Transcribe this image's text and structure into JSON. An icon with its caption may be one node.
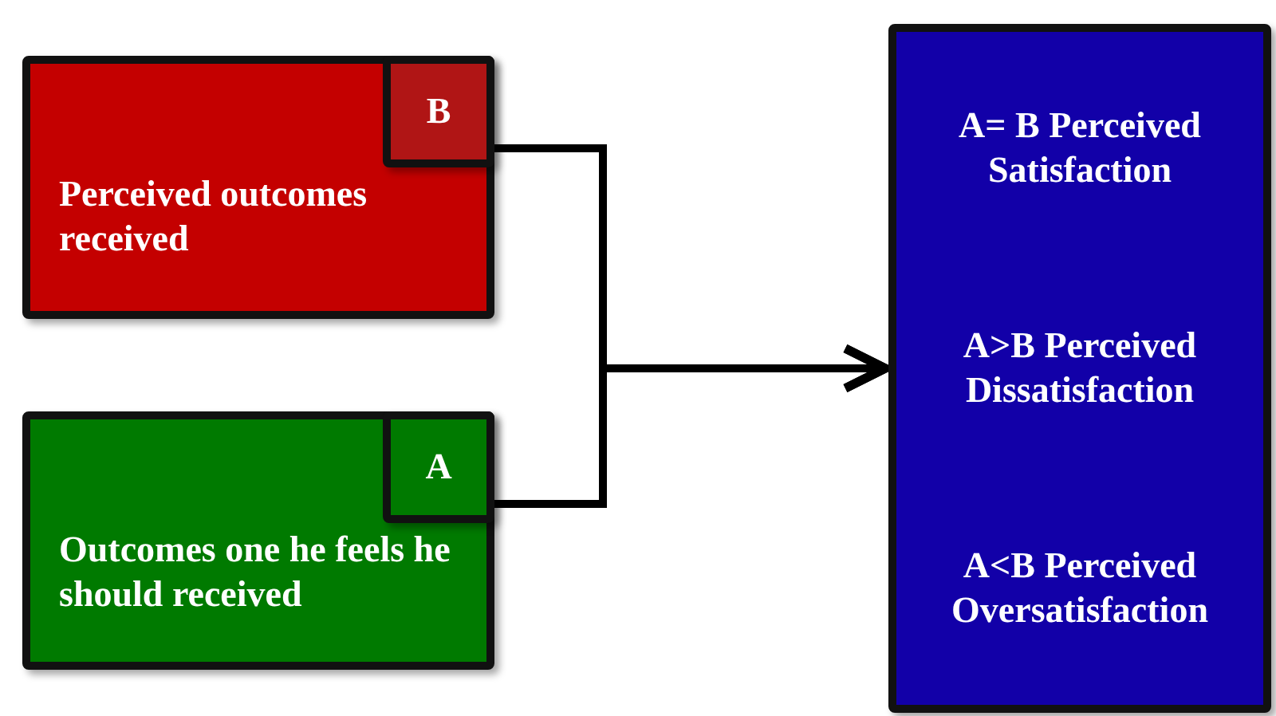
{
  "diagram": {
    "nodes": [
      {
        "text": [
          "Perceived outcomes received"
        ]
      },
      {
        "text": [
          "B"
        ],
        "in": 0
      },
      {
        "text": [
          "Outcomes one he feels he should received"
        ]
      },
      {
        "text": [
          "A"
        ],
        "in": 2
      },
      {
        "text": [
          "A= B Perceived Satisfaction",
          "A>B Perceived Dissatisfaction",
          "A<B Perceived Oversatisfaction"
        ]
      }
    ],
    "edges": [
      {
        "from": 1,
        "to": 4,
        "arrow": "to"
      },
      {
        "from": 3,
        "to": 4,
        "arrow": "to"
      }
    ]
  }
}
